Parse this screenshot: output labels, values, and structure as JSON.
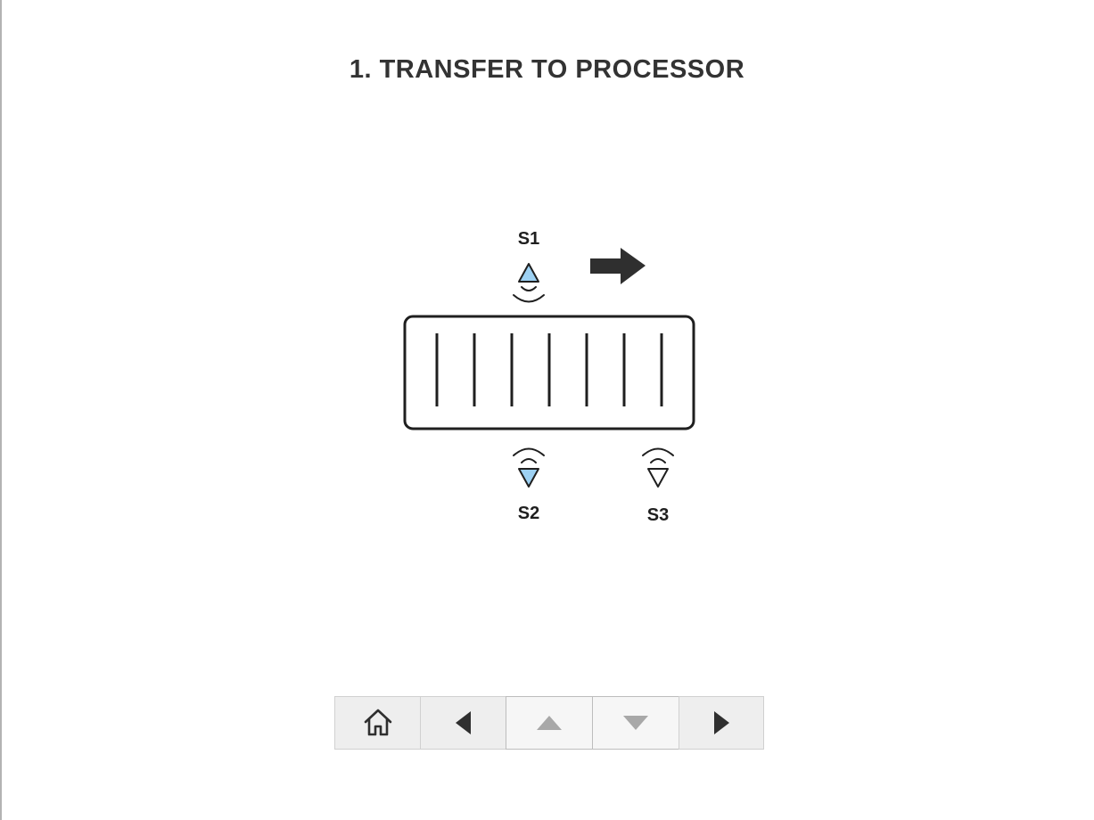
{
  "page": {
    "title": "1. TRANSFER TO PROCESSOR"
  },
  "diagram": {
    "direction": "right",
    "slot_count": 7,
    "sensors": [
      {
        "id": "s1",
        "label": "S1",
        "position": "top",
        "active": true
      },
      {
        "id": "s2",
        "label": "S2",
        "position": "bottom",
        "active": true
      },
      {
        "id": "s3",
        "label": "S3",
        "position": "bottom",
        "active": false
      }
    ],
    "colors": {
      "sensor_active_fill": "#9dd1f3",
      "sensor_inactive_fill": "#ffffff",
      "stroke": "#1f1f1f",
      "arrow": "#2f2f2f"
    }
  },
  "navbar": {
    "buttons": [
      {
        "name": "home-button",
        "icon": "home-icon"
      },
      {
        "name": "previous-button",
        "icon": "triangle-left-icon"
      },
      {
        "name": "up-button",
        "icon": "triangle-up-icon",
        "state": "disabled"
      },
      {
        "name": "down-button",
        "icon": "triangle-down-icon",
        "state": "disabled"
      },
      {
        "name": "next-button",
        "icon": "triangle-right-icon"
      }
    ],
    "colors": {
      "enabled_icon": "#2f2f2f",
      "disabled_icon": "#a8a8a8",
      "button_bg": "#eeeeee"
    }
  }
}
